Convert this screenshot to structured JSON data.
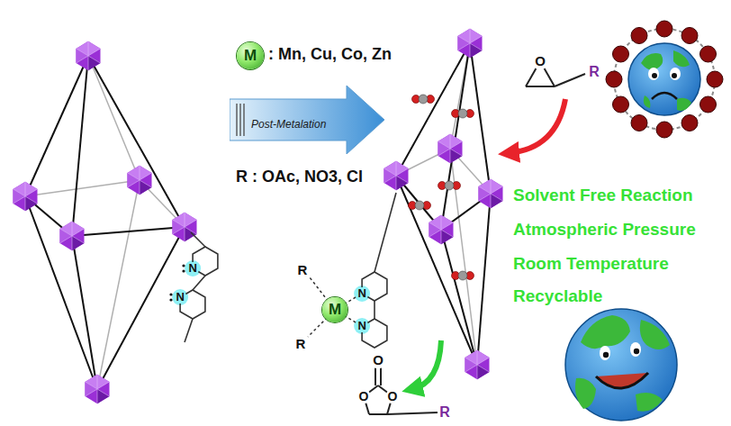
{
  "diagram": {
    "nodes": [
      {
        "text": [
          "M"
        ]
      },
      {
        "text": [
          "Post-Metalation"
        ]
      },
      {
        "text": [
          "M"
        ]
      }
    ],
    "labels": [
      ": Mn, Cu, Co, Zn",
      "R : OAc, NO3, Cl",
      "N",
      "N",
      "R",
      "R",
      "N",
      "N",
      "O",
      "R",
      "O",
      "O",
      "O",
      "R",
      "Solvent Free Reaction",
      "Atmospheric Pressure",
      "Room Temperature",
      "Recyclable"
    ]
  }
}
